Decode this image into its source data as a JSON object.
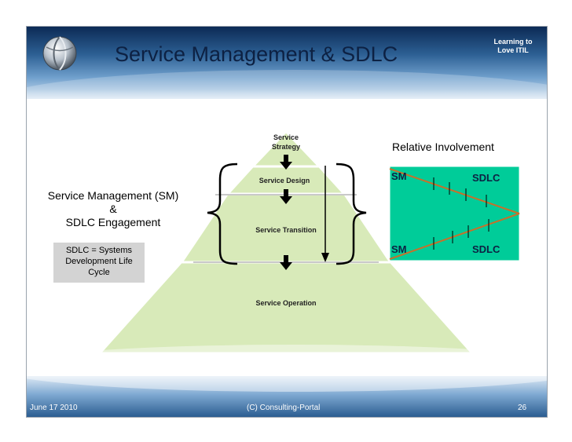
{
  "slide": {
    "title": "Service Management & SDLC",
    "corner_line1": "Learning to",
    "corner_line2": "Love ITIL"
  },
  "footer": {
    "date": "June 17 2010",
    "center": "(C) Consulting-Portal",
    "page": "26"
  },
  "pyramid": {
    "strategy_line1": "Service",
    "strategy_line2": "Strategy",
    "design": "Service Design",
    "transition": "Service Transition",
    "operation": "Service Operation"
  },
  "left_label": {
    "line1": "Service Management (SM)",
    "line2": "&",
    "line3": "SDLC Engagement"
  },
  "grey_box": {
    "line1": "SDLC = Systems",
    "line2": "Development Life",
    "line3": "Cycle"
  },
  "involvement": {
    "title": "Relative Involvement",
    "sm_top": "SM",
    "sdlc_top": "SDLC",
    "sm_bottom": "SM",
    "sdlc_bottom": "SDLC"
  },
  "colors": {
    "pyramid_fill": "#d8eab9",
    "involvement_fill": "#00cc99",
    "involvement_line": "#c8702a",
    "title_color": "#0d2143"
  }
}
